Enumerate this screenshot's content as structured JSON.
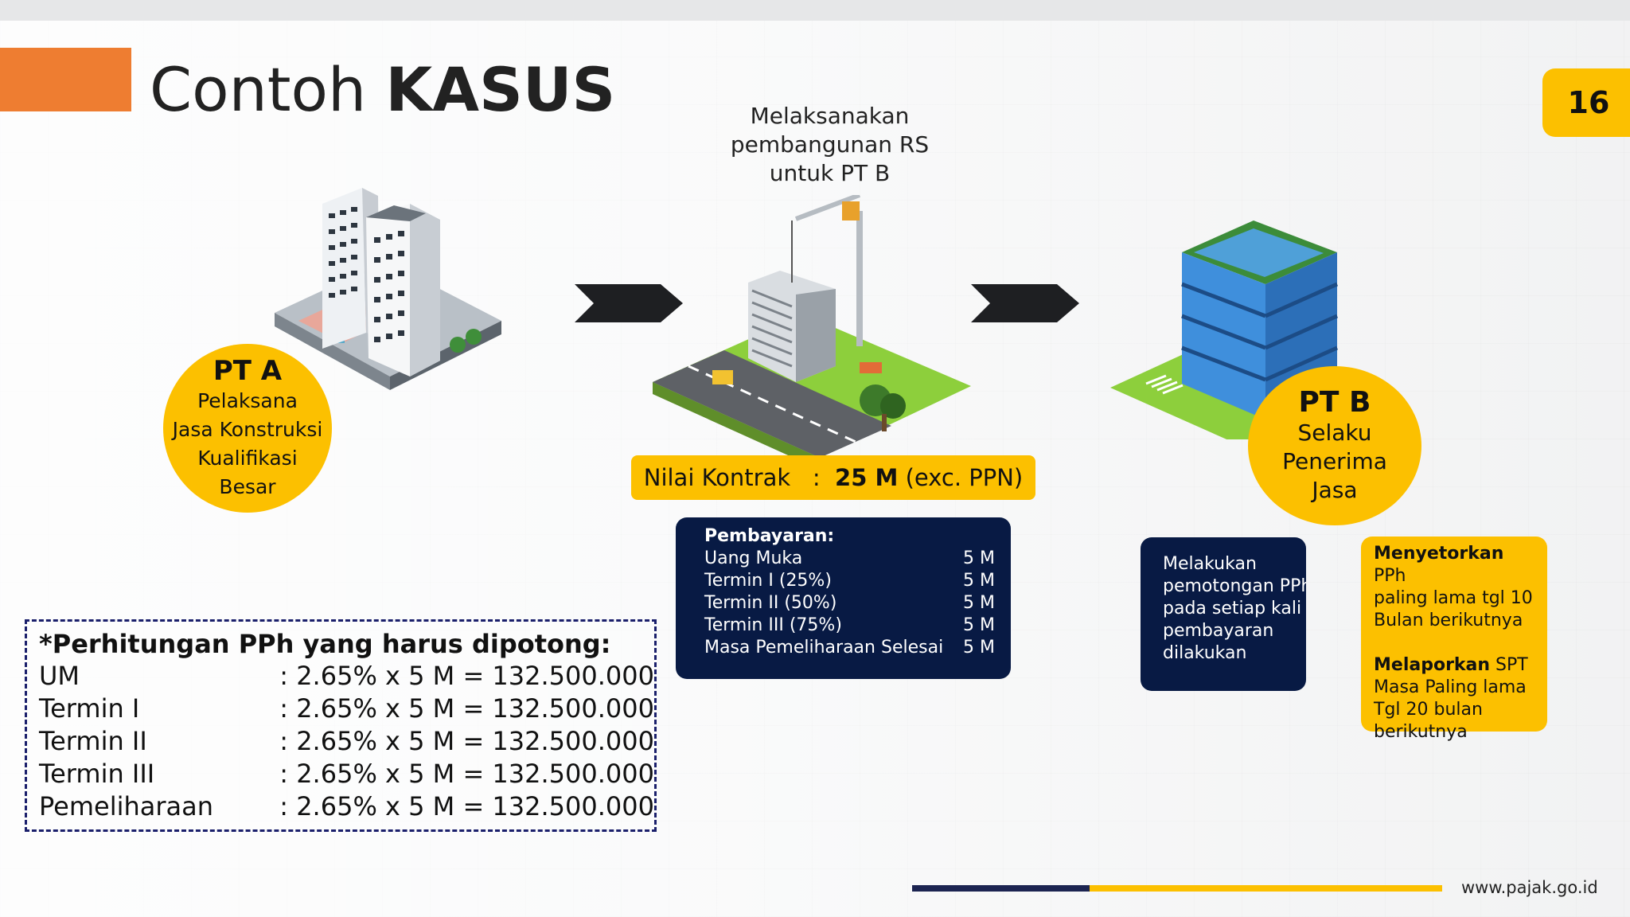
{
  "slide": {
    "title_prefix": "Contoh",
    "title_bold": "KASUS",
    "page_number": "16"
  },
  "pt_a": {
    "title": "PT A",
    "lines": [
      "Pelaksana",
      "Jasa Konstruksi",
      "Kualifikasi",
      "Besar"
    ]
  },
  "pt_b": {
    "title": "PT B",
    "lines": [
      "Selaku",
      "Penerima",
      "Jasa"
    ]
  },
  "caption": {
    "lines": [
      "Melaksanakan",
      "pembangunan RS",
      "untuk PT B"
    ]
  },
  "contract": {
    "label": "Nilai Kontrak",
    "separator": ":",
    "value": "25 M",
    "note": "(exc. PPN)"
  },
  "payments": {
    "title": "Pembayaran:",
    "rows": [
      {
        "label": "Uang Muka",
        "amount": "5 M"
      },
      {
        "label": "Termin I (25%)",
        "amount": "5 M"
      },
      {
        "label": "Termin II (50%)",
        "amount": "5 M"
      },
      {
        "label": "Termin III (75%)",
        "amount": "5 M"
      },
      {
        "label": "Masa Pemeliharaan Selesai",
        "amount": "5 M"
      }
    ]
  },
  "deduction": {
    "lines": [
      "Melakukan",
      "pemotongan PPh",
      "pada setiap kali",
      "pembayaran",
      "dilakukan"
    ]
  },
  "notes": {
    "deposit_bold": "Menyetorkan",
    "deposit_rest": " PPh",
    "deposit_lines": [
      "paling lama tgl 10",
      "Bulan berikutnya"
    ],
    "report_bold": "Melaporkan",
    "report_rest": " SPT",
    "report_lines": [
      "Masa Paling lama",
      "Tgl 20 bulan",
      "berikutnya"
    ]
  },
  "calculation": {
    "title": "*Perhitungan PPh yang harus dipotong:",
    "rows": [
      {
        "label": "UM",
        "formula": ": 2.65% x 5 M  =  132.500.000"
      },
      {
        "label": "Termin I",
        "formula": ": 2.65% x 5 M  =  132.500.000"
      },
      {
        "label": "Termin II",
        "formula": ": 2.65% x 5 M  =  132.500.000"
      },
      {
        "label": "Termin III",
        "formula": ": 2.65% x 5 M  =  132.500.000"
      },
      {
        "label": "Pemeliharaan",
        "formula": ": 2.65% x 5 M  =  132.500.000"
      }
    ]
  },
  "footer": {
    "url": "www.pajak.go.id"
  },
  "colors": {
    "accent_orange": "#ee7d31",
    "accent_yellow": "#fcc000",
    "navy": "#081a44",
    "dash_border": "#1a1f6b"
  },
  "icons": [
    "office-tower-icon",
    "construction-site-icon",
    "hospital-building-icon",
    "chevron-arrow-icon"
  ]
}
